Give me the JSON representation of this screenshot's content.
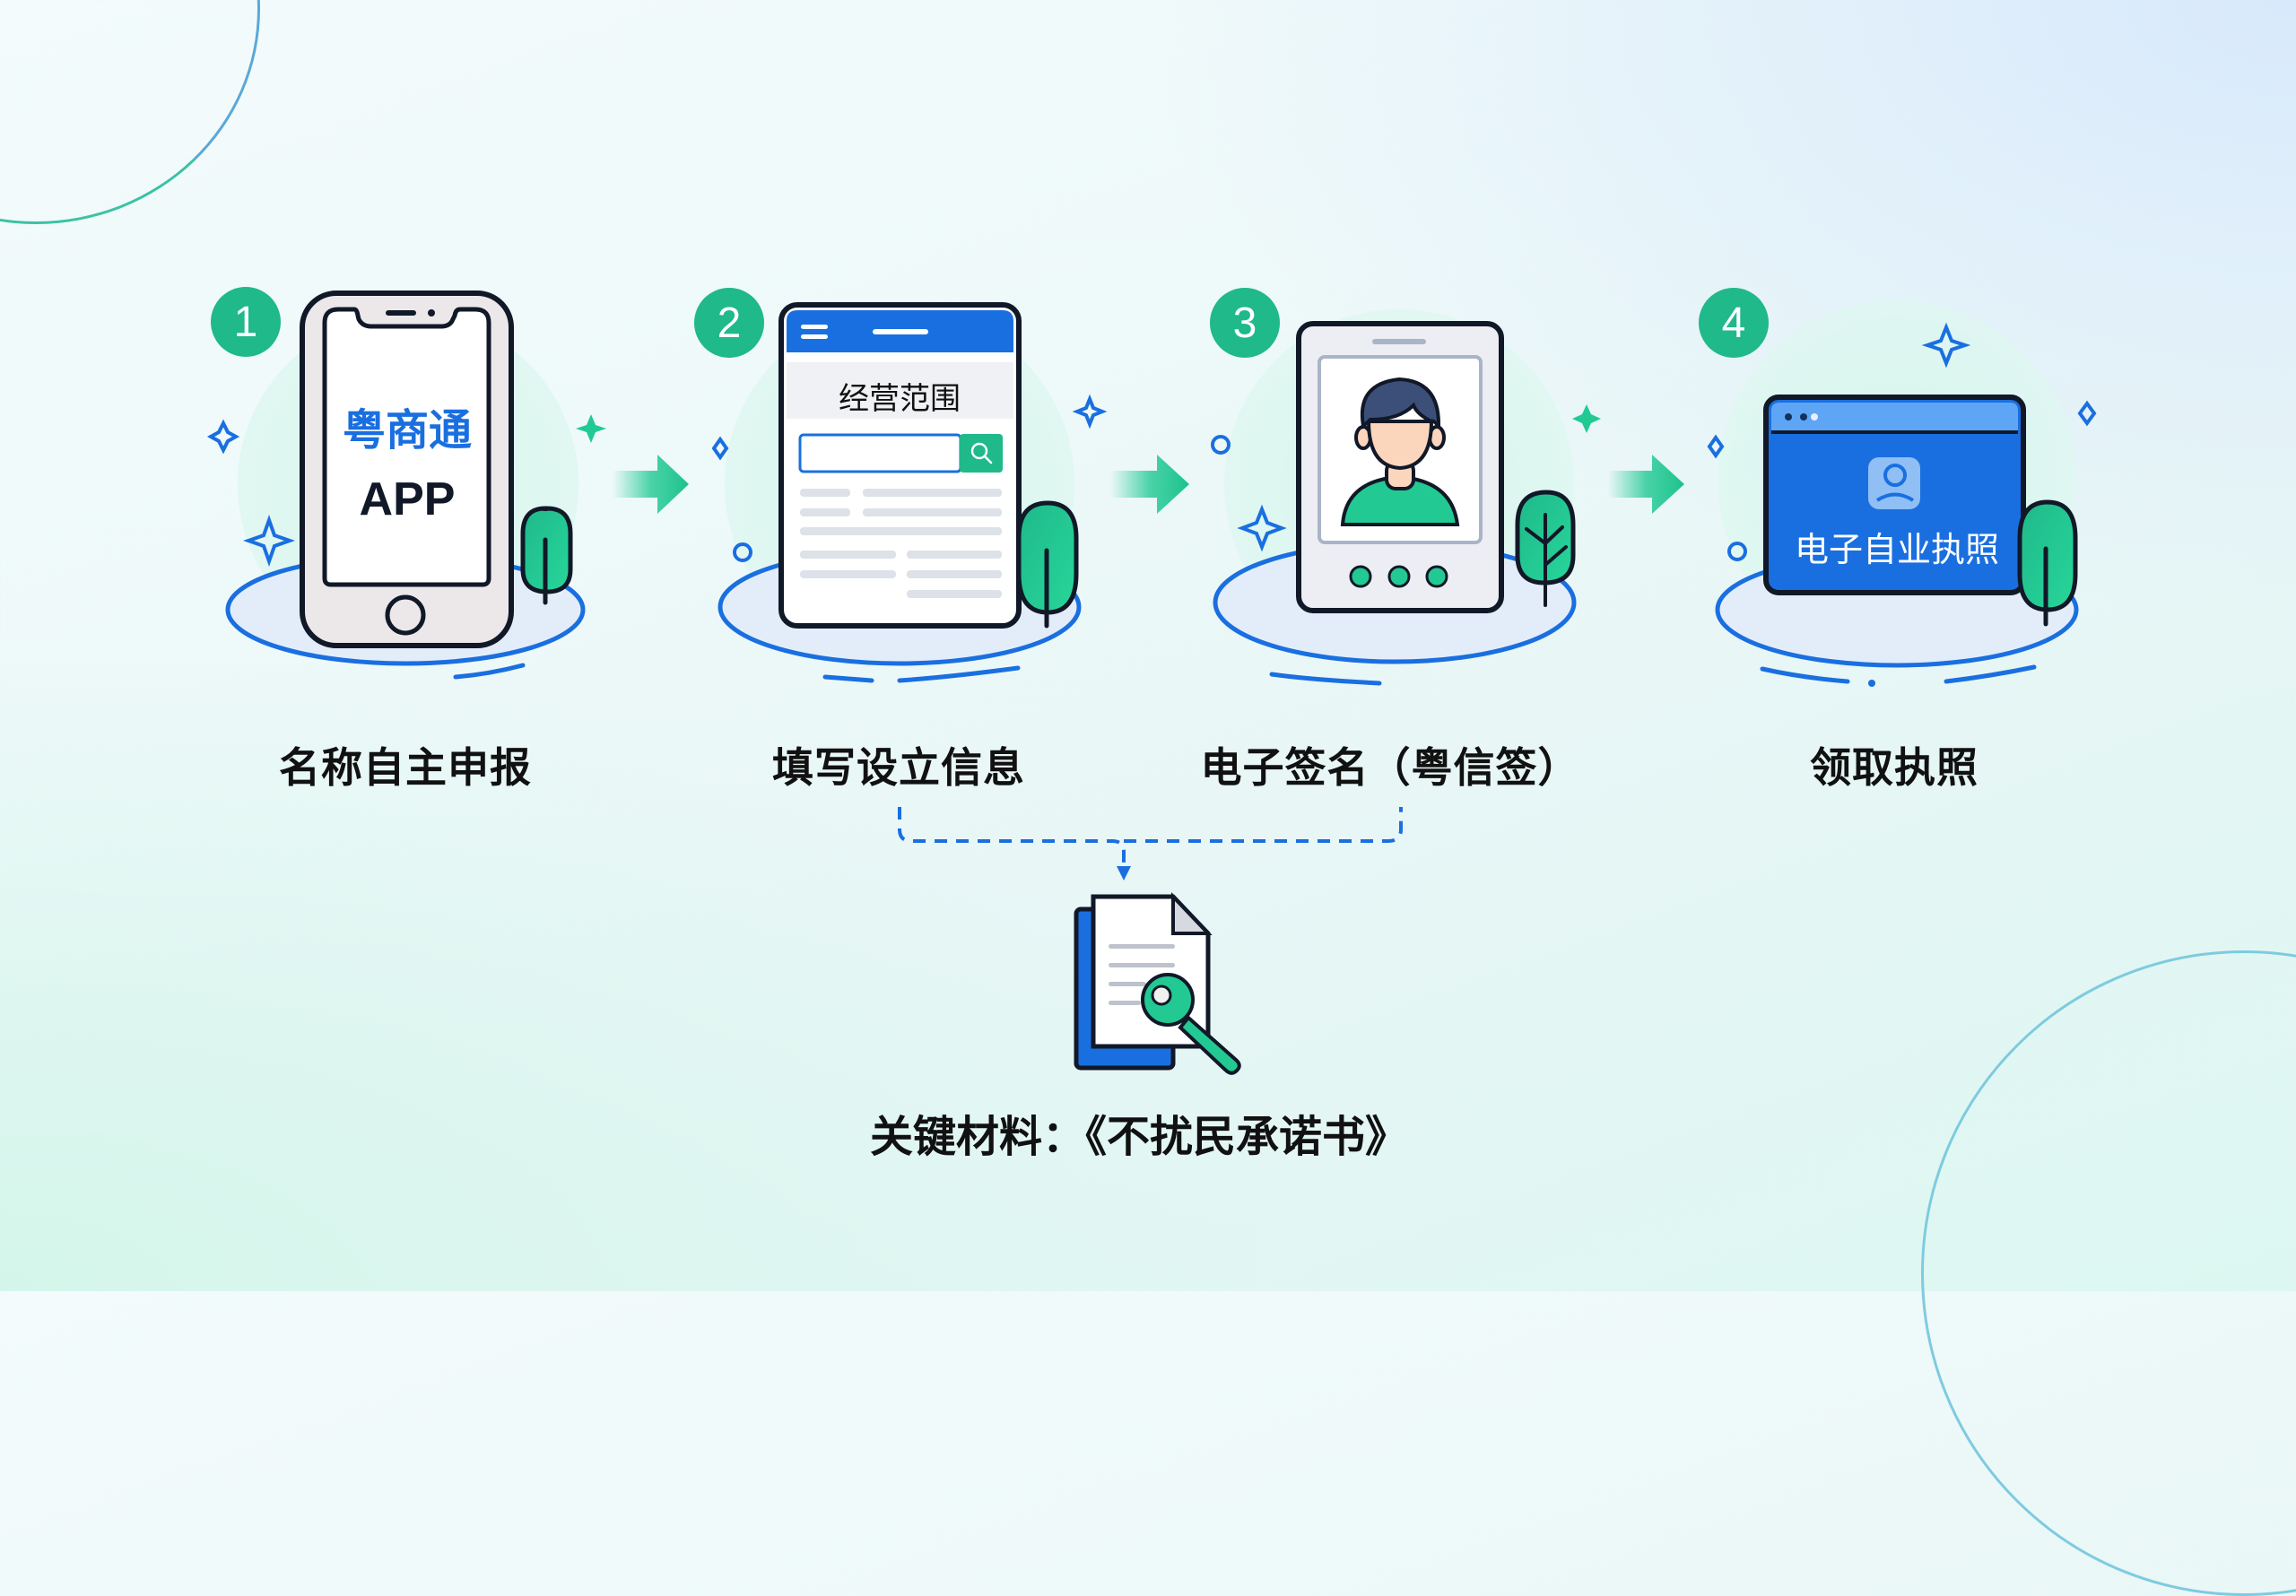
{
  "diagram": {
    "type": "process-flow",
    "steps": [
      {
        "number": "1",
        "label": "名称自主申报",
        "illustration": "phone-icon",
        "screen_title": "粤商通",
        "screen_subtitle": "APP"
      },
      {
        "number": "2",
        "label": "填写设立信息",
        "illustration": "form-tablet-icon",
        "screen_title": "经营范围",
        "search_icon": "search-icon"
      },
      {
        "number": "3",
        "label": "电子签名（粤信签）",
        "illustration": "id-portrait-tablet-icon"
      },
      {
        "number": "4",
        "label": "领取执照",
        "illustration": "license-window-icon",
        "screen_title": "电子自业执照"
      }
    ],
    "key_material": {
      "label": "关键材料：《不扰民承诺书》",
      "icon": "document-magnifier-icon",
      "connected_from_steps": [
        "2",
        "3"
      ]
    }
  },
  "colors": {
    "badge_green": "#1fb98a",
    "arrow_green": "#22c993",
    "primary_blue": "#1a6fe0",
    "tree_green": "#1cc98a",
    "outline_dark": "#111827",
    "background_mint": "#e8f6f6",
    "background_blue": "#dcecfb"
  }
}
